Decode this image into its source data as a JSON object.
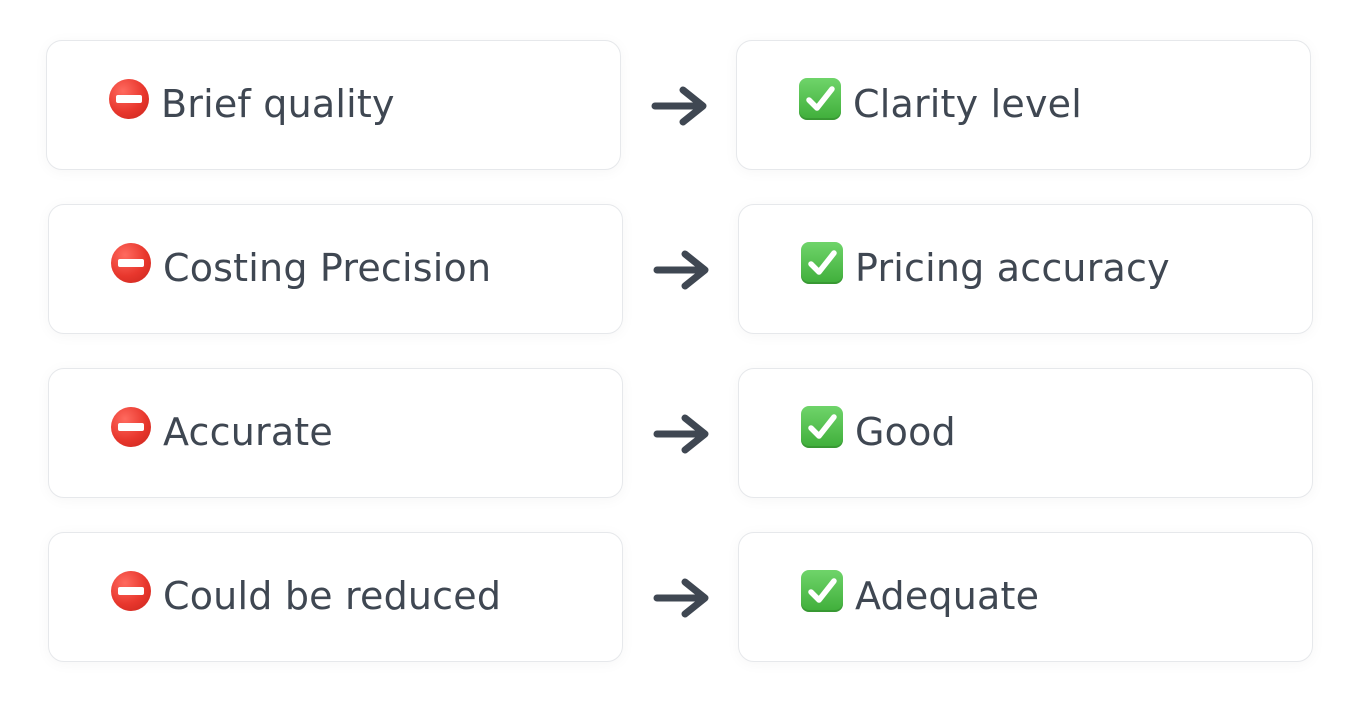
{
  "rows": [
    {
      "before": "Brief quality",
      "after": "Clarity level"
    },
    {
      "before": "Costing Precision",
      "after": "Pricing accuracy"
    },
    {
      "before": "Accurate",
      "after": "Good"
    },
    {
      "before": "Could be reduced",
      "after": "Adequate"
    }
  ],
  "icons": {
    "before": "no-entry-icon",
    "after": "check-mark-button-icon",
    "separator": "right-arrow-icon"
  },
  "colors": {
    "text": "#3f4752",
    "arrow": "#3f4752",
    "no_entry": "#e8372d",
    "check": "#3fae3a",
    "border": "#e6e8eb"
  }
}
